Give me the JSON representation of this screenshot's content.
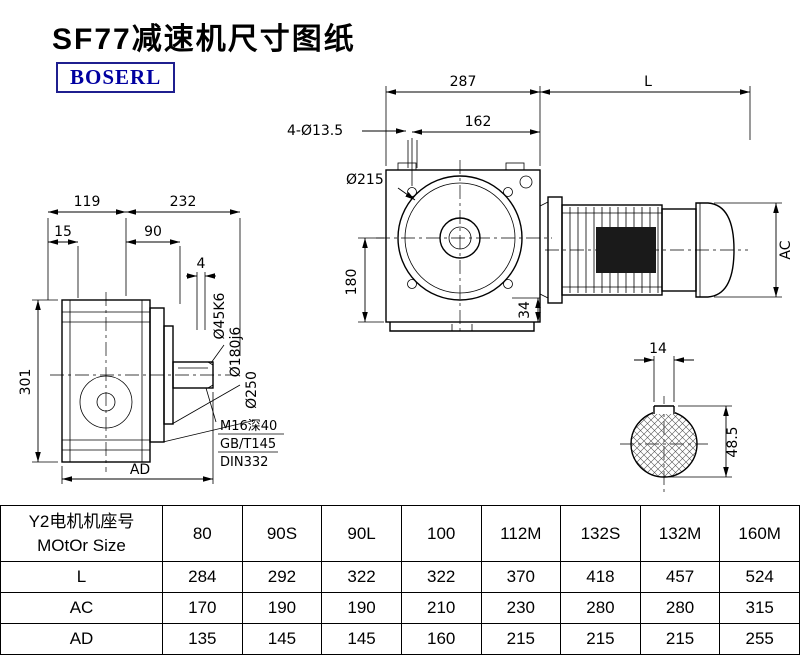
{
  "page": {
    "title": "SF77减速机尺寸图纸",
    "logo": "BOSERL"
  },
  "colors": {
    "logo_text": "#0000A0",
    "logo_border": "#1F1F8F",
    "drawing_lines": "#000000",
    "background": "#FFFFFF"
  },
  "drawing": {
    "front_view": {
      "width_287": "287",
      "length_L": "L",
      "width_162": "162",
      "holes": "4-Ø13.5",
      "flange_dia": "Ø215",
      "height_180": "180",
      "offset_34": "34",
      "motor_dia_AC": "AC"
    },
    "side_view": {
      "w119": "119",
      "w232": "232",
      "w15": "15",
      "w90": "90",
      "w4": "4",
      "h301": "301",
      "ad": "AD",
      "shaft_dia": "Ø45K6",
      "pilot_dia": "Ø180j6",
      "flange_od": "Ø250",
      "note_m16": "M16深40",
      "note_gb": "GB/T145",
      "note_din": "DIN332"
    },
    "shaft_section": {
      "key_width": "14",
      "key_depth": "48.5"
    }
  },
  "table": {
    "header_line1": "Y2电机机座号",
    "header_line2": "MOtOr Size",
    "columns": [
      "80",
      "90S",
      "90L",
      "100",
      "112M",
      "132S",
      "132M",
      "160M"
    ],
    "rows": [
      {
        "label": "L",
        "values": [
          "284",
          "292",
          "322",
          "322",
          "370",
          "418",
          "457",
          "524"
        ]
      },
      {
        "label": "AC",
        "values": [
          "170",
          "190",
          "190",
          "210",
          "230",
          "280",
          "280",
          "315"
        ]
      },
      {
        "label": "AD",
        "values": [
          "135",
          "145",
          "145",
          "160",
          "215",
          "215",
          "215",
          "255"
        ]
      }
    ]
  }
}
